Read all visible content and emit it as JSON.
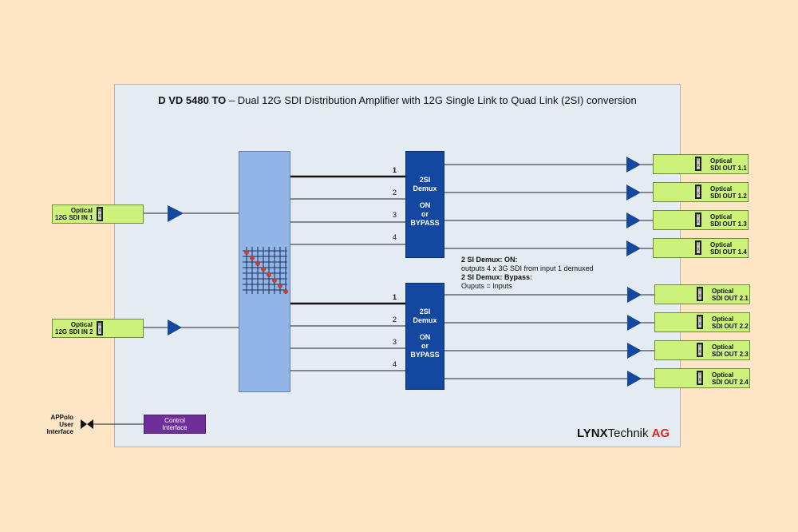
{
  "title": {
    "model": "D VD 5480 TO",
    "description": " – Dual 12G SDI Distribution Amplifier with 12G Single Link to Quad Link (2SI) conversion"
  },
  "inputs": [
    {
      "line1": "Optical",
      "line2": "12G SDI IN 1",
      "connector": "RX"
    },
    {
      "line1": "Optical",
      "line2": "12G SDI IN 2",
      "connector": "RX"
    }
  ],
  "demux_blocks": [
    {
      "line1": "2SI",
      "line2": "Demux",
      "line3": "ON",
      "line4": "or",
      "line5": "BYPASS",
      "channels": [
        "1",
        "2",
        "3",
        "4"
      ]
    },
    {
      "line1": "2SI",
      "line2": "Demux",
      "line3": "ON",
      "line4": "or",
      "line5": "BYPASS",
      "channels": [
        "1",
        "2",
        "3",
        "4"
      ]
    }
  ],
  "outputs": [
    {
      "line1": "Optical",
      "line2": "SDI OUT 1.1",
      "connector": "TX"
    },
    {
      "line1": "Optical",
      "line2": "SDI OUT 1.2",
      "connector": "TX"
    },
    {
      "line1": "Optical",
      "line2": "SDI OUT 1.3",
      "connector": "TX"
    },
    {
      "line1": "Optical",
      "line2": "SDI OUT 1.4",
      "connector": "TX"
    },
    {
      "line1": "Optical",
      "line2": "SDI OUT 2.1",
      "connector": "TX"
    },
    {
      "line1": "Optical",
      "line2": "SDI OUT 2.2",
      "connector": "TX"
    },
    {
      "line1": "Optical",
      "line2": "SDI OUT 2.3",
      "connector": "TX"
    },
    {
      "line1": "Optical",
      "line2": "SDI OUT 2.4",
      "connector": "TX"
    }
  ],
  "note": {
    "on_title": "2 SI Demux: ON:",
    "on_text": "outputs 4 x 3G SDI from input 1 demuxed",
    "bypass_title": "2 SI Demux: Bypass:",
    "bypass_text": "Ouputs = Inputs"
  },
  "control": {
    "line1": "Control",
    "line2": "Interface"
  },
  "apollo": {
    "line1": "APPolo",
    "line2": "User",
    "line3": "Interface"
  },
  "brand": {
    "bold": "LYNX",
    "regular": "Technik ",
    "accent": "AG"
  },
  "colors": {
    "background": "#fde5c5",
    "panel": "#e4ebf3",
    "io_box": "#ccf27c",
    "demux": "#1447a0",
    "matrix": "#91b5e6",
    "amplifier": "#1447a0",
    "control": "#6f2f9a",
    "crosspoint": "#e23a1c",
    "brand_accent": "#e42420"
  }
}
